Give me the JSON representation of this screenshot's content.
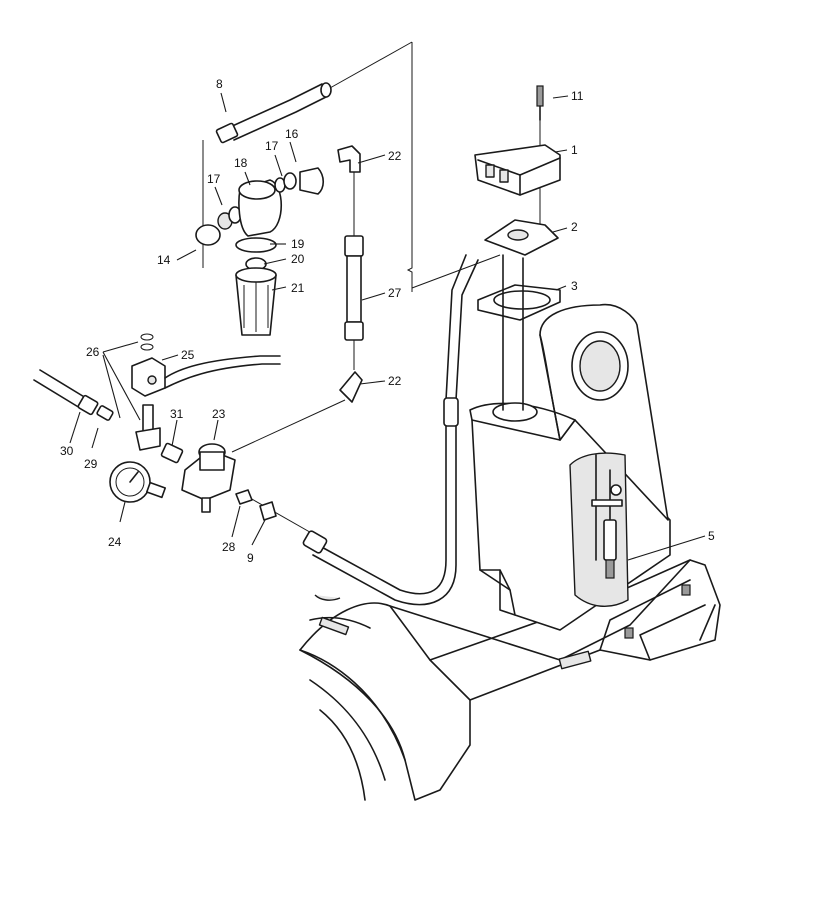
{
  "callouts": {
    "c1": "1",
    "c2": "2",
    "c3": "3",
    "c5": "5",
    "c8": "8",
    "c9": "9",
    "c11": "11",
    "c14": "14",
    "c16": "16",
    "c17a": "17",
    "c17b": "17",
    "c18": "18",
    "c19": "19",
    "c20": "20",
    "c21": "21",
    "c22a": "22",
    "c22b": "22",
    "c23": "23",
    "c24": "24",
    "c25": "25",
    "c26": "26",
    "c27": "27",
    "c28": "28",
    "c29": "29",
    "c30": "30",
    "c31": "31"
  },
  "colors": {
    "line": "#1a1a1a",
    "background": "#ffffff",
    "shade": "#e6e6e6"
  }
}
